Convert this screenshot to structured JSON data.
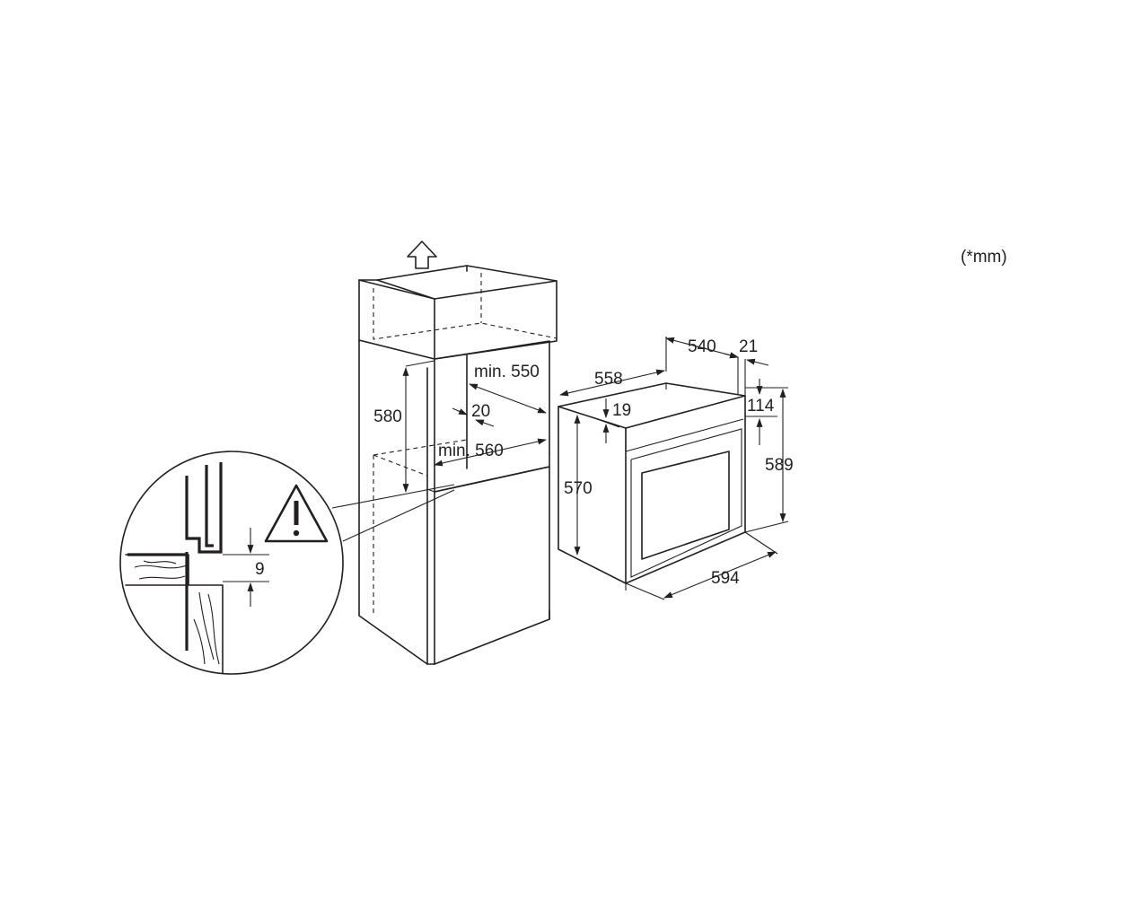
{
  "unit_note": "(*mm)",
  "cabinet": {
    "height_label": "580",
    "depth_min_label": "min. 550",
    "gap_label": "20",
    "width_min_label": "min. 560"
  },
  "oven": {
    "depth_label": "558",
    "body_depth_label": "540",
    "front_offset_label": "21",
    "top_offset_label": "19",
    "panel_height_label": "114",
    "body_height_label": "570",
    "total_height_label": "589",
    "width_label": "594"
  },
  "detail": {
    "clearance_label": "9",
    "warning_icon": "warning-triangle-icon"
  },
  "icons": {
    "vent_arrow": "up-arrow-icon"
  }
}
